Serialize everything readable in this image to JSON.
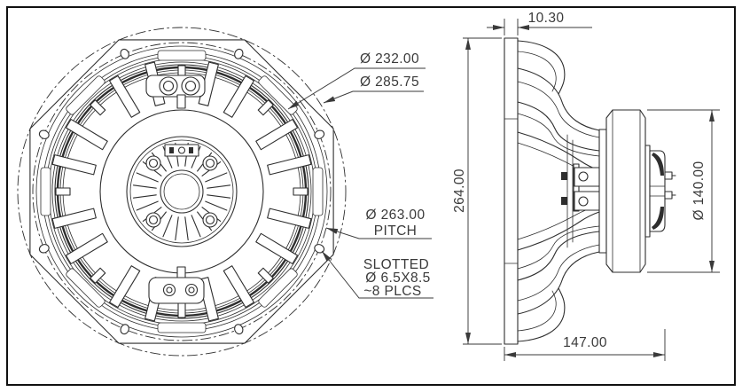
{
  "colors": {
    "line": "#2e2e2e",
    "dimension": "#3a3a3a",
    "background": "#ffffff",
    "border": "#111111"
  },
  "front_view": {
    "callouts": {
      "surround_diameter": "Ø 232.00",
      "gasket_diameter": "Ø 285.75",
      "bolt_circle_diameter": "Ø 263.00",
      "bolt_circle_note": "PITCH",
      "slot_note_line1": "SLOTTED",
      "slot_note_line2": "Ø 6.5X8.5",
      "slot_note_line3": "~8 PLCS"
    }
  },
  "side_view": {
    "dimensions": {
      "flange_thickness": "10.30",
      "overall_height": "264.00",
      "magnet_diameter": "Ø 140.00",
      "mounting_depth": "147.00"
    }
  }
}
